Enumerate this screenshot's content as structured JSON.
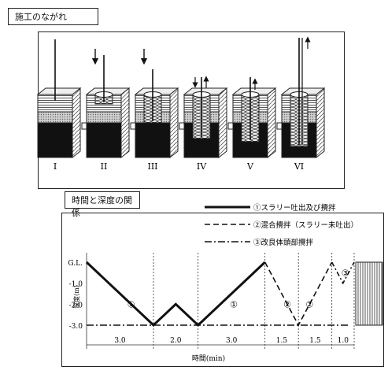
{
  "top_panel": {
    "title": "施工のながれ",
    "stages": [
      "I",
      "II",
      "III",
      "IV",
      "V",
      "VI"
    ]
  },
  "bottom_panel": {
    "title": "時間と深度の関係",
    "legend": [
      {
        "marker": "①",
        "label": "①スラリー吐出及び攪拌",
        "style": "solid"
      },
      {
        "marker": "②",
        "label": "②混合攪拌（スラリー未吐出）",
        "style": "dashed"
      },
      {
        "marker": "③",
        "label": "③改良体頭部攪拌",
        "style": "dashdot"
      }
    ],
    "ylabel": "深度(m)",
    "xlabel": "時間(min)",
    "yticks": [
      "G.L.",
      "-1.0",
      "-2.0",
      "-3.0"
    ],
    "durations": [
      "3.0",
      "2.0",
      "3.0",
      "1.5",
      "1.5",
      "1.0"
    ],
    "segment_markers": [
      "①",
      "①",
      "②",
      "②",
      "③"
    ]
  },
  "chart_data": {
    "type": "line",
    "xlabel": "時間(min)",
    "ylabel": "深度(m)",
    "ylim": [
      -3.0,
      0.0
    ],
    "xlim": [
      0,
      12
    ],
    "series": [
      {
        "name": "①スラリー吐出及び攪拌",
        "style": "solid",
        "points": [
          [
            0,
            0
          ],
          [
            3.0,
            -3.0
          ],
          [
            4.0,
            -2.0
          ],
          [
            5.0,
            -3.0
          ],
          [
            8.0,
            0
          ]
        ]
      },
      {
        "name": "②混合攪拌（スラリー未吐出）",
        "style": "dashed",
        "points": [
          [
            8.0,
            0
          ],
          [
            9.5,
            -3.0
          ],
          [
            11.0,
            0
          ]
        ]
      },
      {
        "name": "③改良体頭部攪拌",
        "style": "dashdot",
        "points": [
          [
            11.0,
            0
          ],
          [
            11.5,
            -1.0
          ],
          [
            12.0,
            0
          ]
        ]
      }
    ],
    "reference_depth": -3.0,
    "interval_durations_min": [
      3.0,
      2.0,
      3.0,
      1.5,
      1.5,
      1.0
    ],
    "interval_boundaries_min": [
      0,
      3.0,
      5.0,
      8.0,
      9.5,
      11.0,
      12.0
    ]
  }
}
